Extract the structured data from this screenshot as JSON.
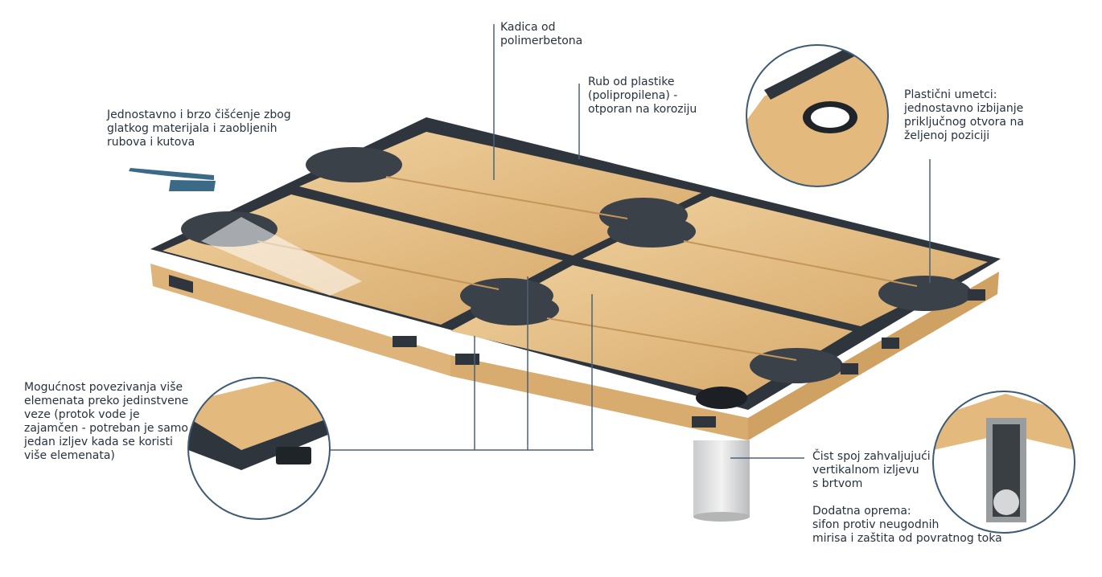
{
  "labels": {
    "kadica": "Kadica od\npolimerbetona",
    "rub": "Rub od plastike\n(polipropilena) -\notporan na koroziju",
    "ciscenje": "Jednostavno i brzo čišćenje zbog\nglatkog materijala i zaobljenih\nrubova i kutova",
    "umetci": "Plastični umetci:\njednostavno izbijanje\npriključnog otvora na\nželjenoj poziciji",
    "povezivanje": "Mogućnost povezivanja više\nelemenata preko jedinstvene\nveze (protok vode je\nzajamčen - potreban je samo\njedan izljev kada se koristi\nviše elemenata)",
    "spoj": "Čist spoj zahvaljujući\nvertikalnom izljevu\ns brtvom",
    "oprema": "Dodatna oprema:\nsifon protiv neugodnih\nmirisa i zaštita od povratnog toka"
  },
  "colors": {
    "beige": "#e3b97e",
    "beige_dark": "#c99a5c",
    "frame": "#2e353d",
    "frame_light": "#4a525b",
    "leader": "#4a6278",
    "callout_ring": "#3d5a74",
    "brush": "#3a6a86"
  }
}
